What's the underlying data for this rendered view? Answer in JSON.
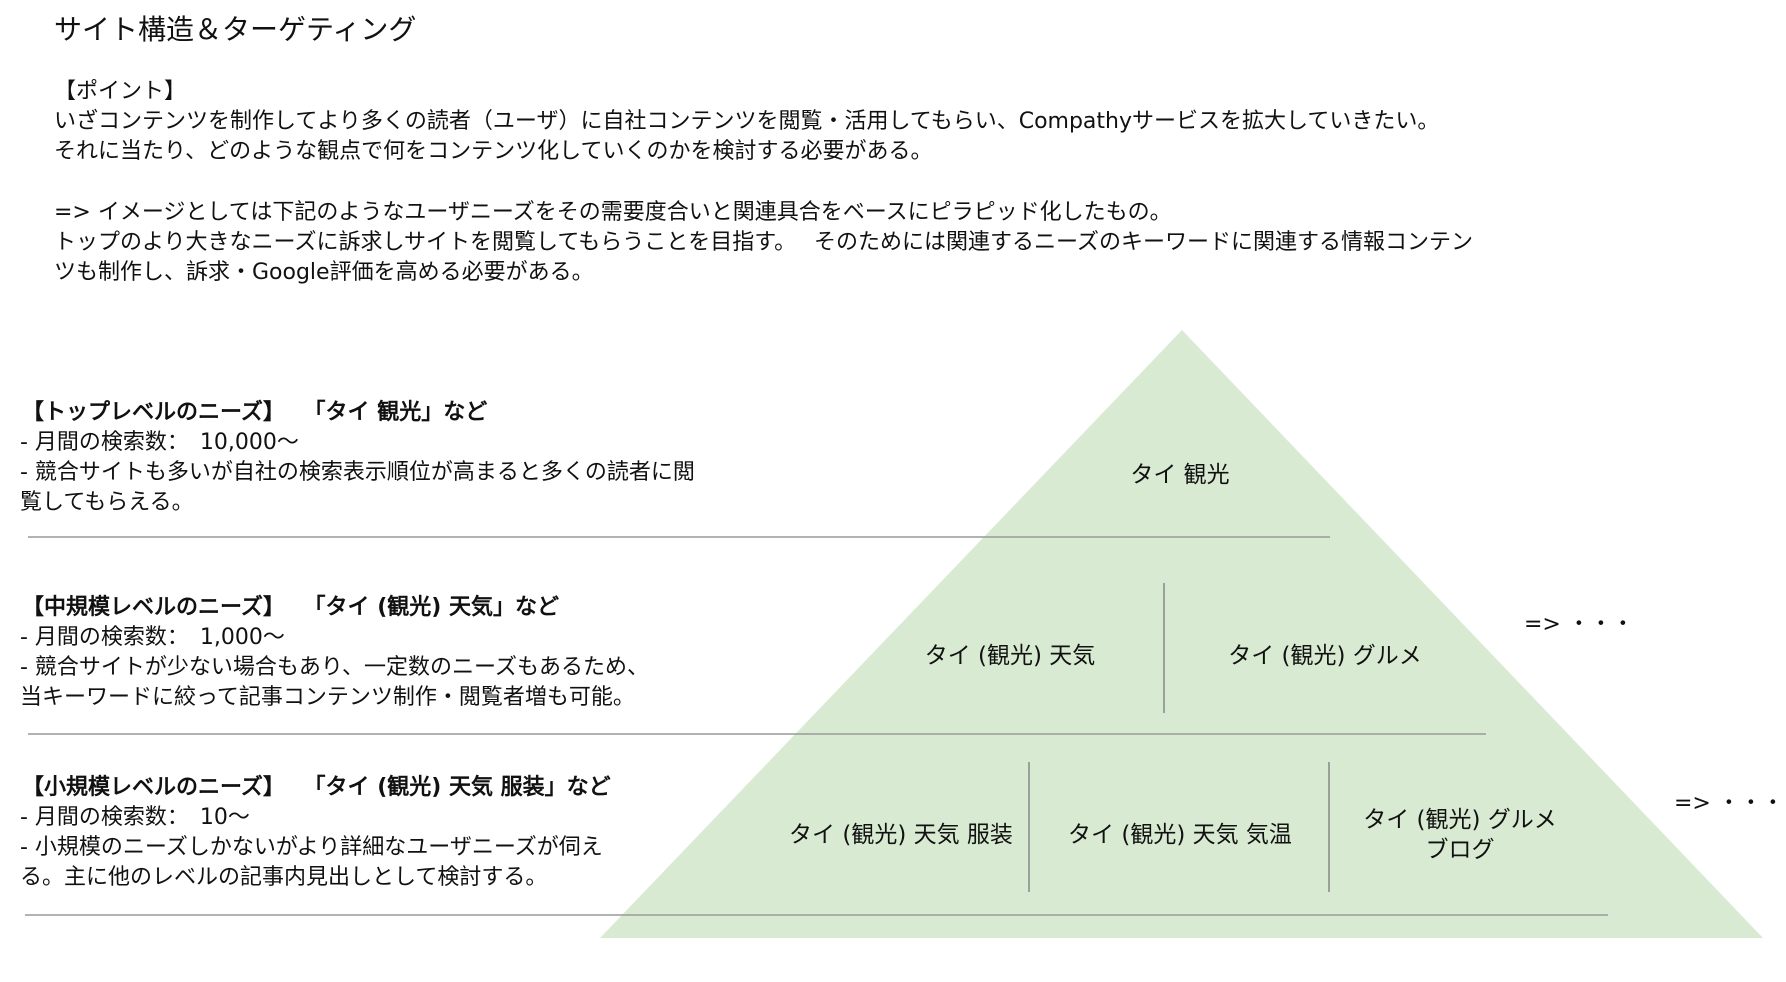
{
  "title": "サイト構造＆ターゲティング",
  "point": {
    "heading": "【ポイント】",
    "lines": [
      "いざコンテンツを制作してより多くの読者（ユーザ）に自社コンテンツを閲覧・活用してもらい、Compathyサービスを拡大していきたい。",
      "それに当たり、どのような観点で何をコンテンツ化していくのかを検討する必要がある。"
    ]
  },
  "image_note": {
    "lines": [
      "=> イメージとしては下記のようなユーザニーズをその需要度合いと関連具合をベースにピラピッド化したもの。",
      "トップのより大きなニーズに訴求しサイトを閲覧してもらうことを目指す。　 そのためには関連するニーズのキーワードに関連する情報コンテン",
      "ツも制作し、訴求・Google評価を高める必要がある。"
    ]
  },
  "levels": [
    {
      "heading": "【トップレベルのニーズ】　 「タイ 観光」など",
      "lines": [
        "- 月間の検索数：　10,000〜",
        "- 競合サイトも多いが自社の検索表示順位が高まると多くの読者に閲",
        "覧してもらえる。"
      ]
    },
    {
      "heading": "【中規模レベルのニーズ】　 「タイ (観光) 天気」など",
      "lines": [
        "- 月間の検索数：　1,000〜",
        "- 競合サイトが少ない場合もあり、一定数のニーズもあるため、",
        "当キーワードに絞って記事コンテンツ制作・閲覧者増も可能。"
      ]
    },
    {
      "heading": "【小規模レベルのニーズ】　 「タイ (観光) 天気 服装」など",
      "lines": [
        "- 月間の検索数：　10〜",
        "- 小規模のニーズしかないがより詳細なユーザニーズが伺え",
        "る。主に他のレベルの記事内見出しとして検討する。"
      ]
    }
  ],
  "pyramid": {
    "fill_color": "#d9ead3",
    "line_color": "#999999",
    "top": [
      "タイ 観光"
    ],
    "middle": [
      "タイ (観光) 天気",
      "タイ (観光) グルメ"
    ],
    "bottom": [
      "タイ (観光) 天気 服装",
      "タイ (観光) 天気 気温",
      "タイ (観光) グルメ",
      "ブログ"
    ],
    "ellipsis_middle": "=>  ・・・",
    "ellipsis_bottom": "=>  ・・・"
  }
}
